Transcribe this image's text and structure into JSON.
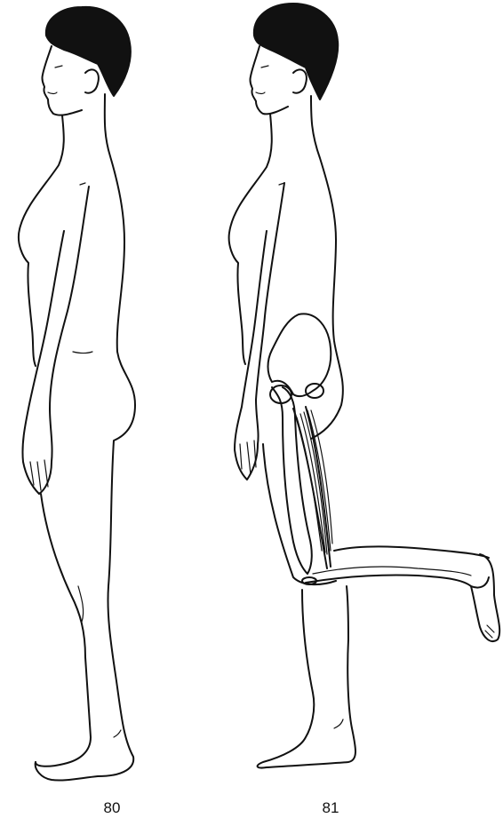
{
  "figures": [
    {
      "label": "80",
      "name": "standing-figure"
    },
    {
      "label": "81",
      "name": "knee-flexion-figure"
    }
  ],
  "colors": {
    "ink": "#111111",
    "paper": "#ffffff"
  }
}
